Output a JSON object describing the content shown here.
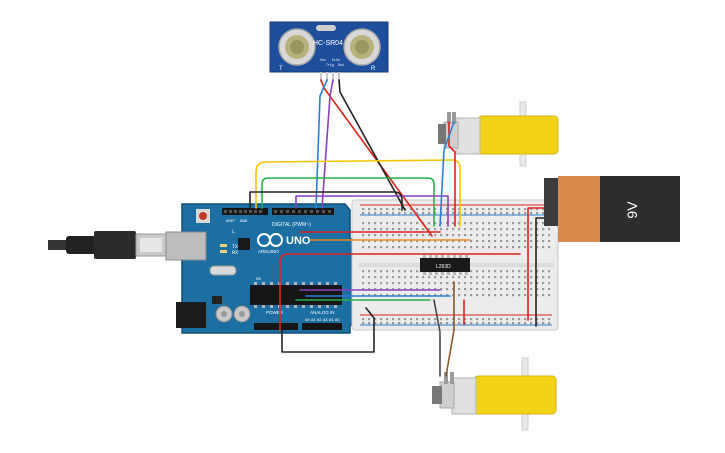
{
  "sensor": {
    "model": "HC-SR04",
    "left_mark": "T",
    "right_mark": "R",
    "pins": [
      "Vcc",
      "Trig",
      "Echo",
      "Gnd"
    ]
  },
  "battery": {
    "label": "9V"
  },
  "driver_chip": {
    "label": "L293D"
  },
  "arduino": {
    "brand": "UNO",
    "logo_text": "ARDUINO",
    "header_top": "DIGITAL (PWM~)",
    "header_power": "POWER",
    "header_analog": "ANALOG IN",
    "aref": "AREF",
    "gnd": "GND",
    "led_l": "L",
    "led_tx": "TX",
    "led_rx": "RX",
    "on": "ON",
    "analog_pins": [
      "A0",
      "A1",
      "A2",
      "A3",
      "A4",
      "A5"
    ]
  },
  "colors": {
    "arduino_board": "#1b6fa3",
    "sensor_board": "#1f4f9c",
    "motor_yellow": "#f2d318",
    "battery_orange": "#d9894b",
    "battery_body": "#2e2e2e",
    "breadboard": "#ececec",
    "wire_red": "#e0221c",
    "wire_black": "#222222",
    "wire_yellow": "#f5c400",
    "wire_green": "#27b04a",
    "wire_purple": "#8b3fbf",
    "wire_blue": "#2a7fd4",
    "wire_orange": "#f08a24",
    "wire_brown": "#8a5a2b"
  }
}
